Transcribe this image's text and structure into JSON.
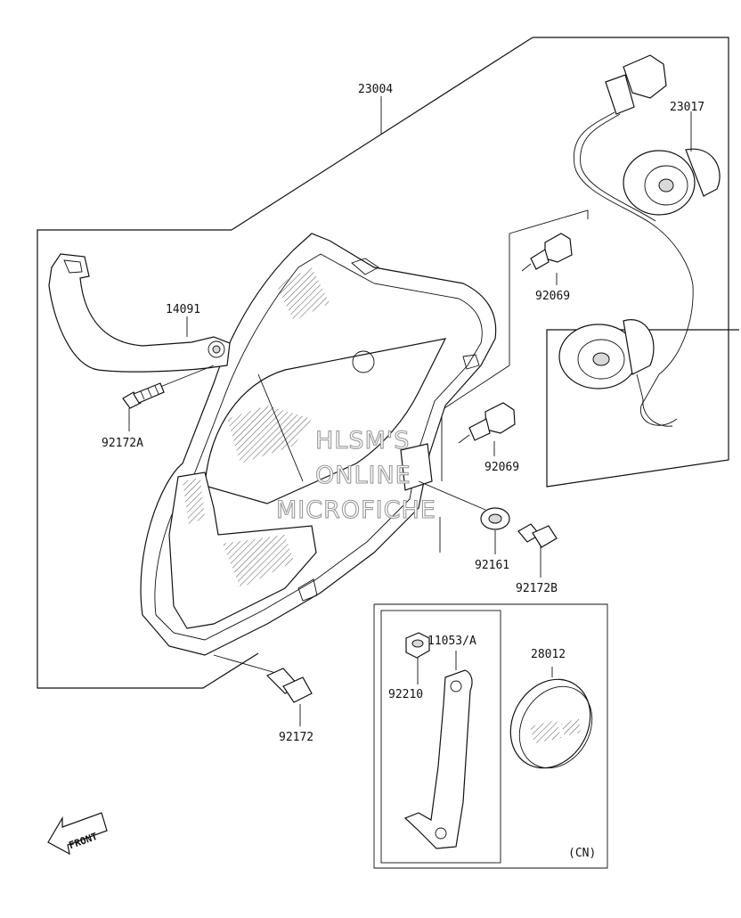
{
  "labels": {
    "p23004": "23004",
    "p23017": "23017",
    "p14091": "14091",
    "p92069_top": "92069",
    "p92069_mid": "92069",
    "p92172A": "92172A",
    "p92161": "92161",
    "p92172B": "92172B",
    "p11053A": "11053/A",
    "p28012": "28012",
    "p92210": "92210",
    "p92172": "92172",
    "cn_note": "(CN)"
  },
  "front_arrow": "FRONT",
  "watermark": {
    "line1": "HLSM'S",
    "line2": "ONLINE",
    "line3": "MICROFICHE"
  }
}
